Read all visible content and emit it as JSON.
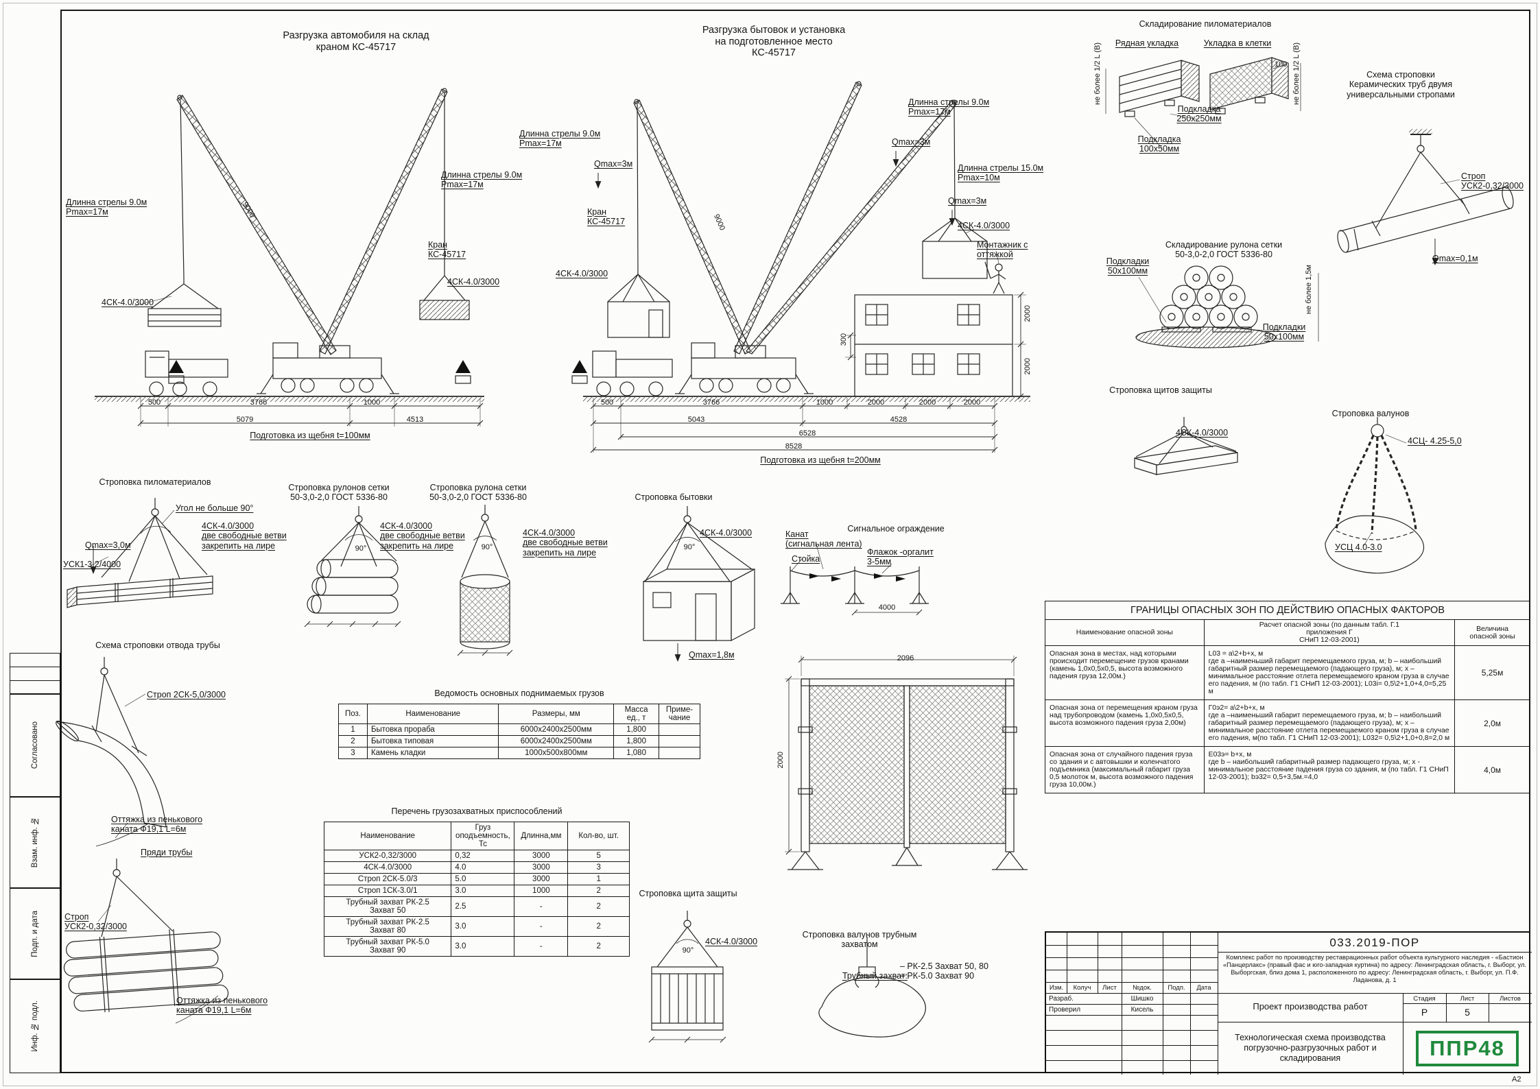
{
  "format": "А2",
  "colors": {
    "logo_green": "#1f8a3c",
    "line": "#161616"
  },
  "stamps": [
    "Согласовано",
    "Взам. инф. №",
    "Подп. и дата",
    "Инф. № подл."
  ],
  "titles": {
    "d1": "Разгрузка автомобиля на склад\nкраном КС-45717",
    "d2": "Разгрузка бытовок и установка\nна подготовленное место\nКС-45717",
    "skl_pilo": "Складирование пиломатериалов",
    "keram": "Схема строповки\nКерамических труб двумя\nуниверсальными стропами",
    "skl_setka": "Складирование рулона сетки\n50-3,0-2,0 ГОСТ 5336-80",
    "schitov": "Строповка щитов защиты",
    "valunov": "Строповка валунов",
    "pilo": "Строповка пиломатериалов",
    "rulonov": "Строповка рулонов сетки\n50-3,0-2,0 ГОСТ 5336-80",
    "rulona": "Строповка рулона сетки\n50-3,0-2,0 ГОСТ 5336-80",
    "bytovki": "Строповка бытовки",
    "ograzhdenie": "Сигнальное ограждение",
    "otvoda": "Схема строповки отвода трубы",
    "pryadi": "Пряди трубы",
    "schita": "Строповка щита защиты",
    "val_trub": "Строповка валунов трубным\nзахватом"
  },
  "labels": {
    "strela9": "Длинна стрелы 9.0м\nPmax=17м",
    "strela15": "Длинна стрелы 15.0м\nPmax=10м",
    "kran": "Кран\nКС-45717",
    "sk4": "4СК-4.0/3000",
    "sk4_lire": "4СК-4.0/3000\nдве свободные ветви\nзакрепить на лире",
    "qmax3": "Qmax=3м",
    "qmax01": "Qmax=0,1м",
    "qmax30": "Qmax=3,0м",
    "qmax18": "Qmax=1,8м",
    "montajnik": "Монтажник с\nоттяжкой",
    "angle90": "90°",
    "d500": "500",
    "d1000": "1000",
    "d3766": "3766",
    "d2000": "2000",
    "d5079": "5079",
    "d4513": "4513",
    "d5043": "5043",
    "d4528": "4528",
    "d6528": "6528",
    "d8528": "8528",
    "d300": "300",
    "d100": "100",
    "d4000": "4000",
    "d2096": "2096",
    "d9000": "9000",
    "prep100": "Подготовка из щебня t=100мм",
    "prep200": "Подготовка из щебня t=200мм",
    "ryad": "Рядная укладка",
    "kletki": "Укладка в клетки",
    "nb12L": "не более 1/2 L (В)",
    "nb15": "не более 1,5м",
    "podkladka250": "Подкладка\n250х250мм",
    "podkladka100": "Подкладка\n100х50мм",
    "podkladki50": "Подкладки\n50х100мм",
    "strop_usk": "Строп\nУСК2-0,32/3000",
    "sc425": "4СЦ- 4.25-5,0",
    "usc40": "УСЦ 4.0-3.0",
    "ugol90": "Угол не больше 90°",
    "usk1": "УСК1-3.2/4000",
    "kanat": "Канат\n(сигнальная лента)",
    "stoyka": "Стойка",
    "flazhok": "Флажок -оргалит\n3-5мм",
    "strop2sk": "Строп 2СК-5,0/3000",
    "ottyazhka": "Оттяжка из пенькового\nканата Ф19,1 L=6м",
    "trub_zahvat": "Трубный захват:",
    "rk_items": "–  РК-2.5 Захват 50, 80\n–  РК-5.0 Захват 90"
  },
  "tables": {
    "loads": {
      "title": "Ведомость основных поднимаемых грузов",
      "headers": [
        "Поз.",
        "Наименование",
        "Размеры, мм",
        "Масса\nед., т",
        "Приме-\nчание"
      ],
      "rows": [
        [
          "1",
          "Бытовка прораба",
          "6000х2400х2500мм",
          "1,800",
          ""
        ],
        [
          "2",
          "Бытовка типовая",
          "6000х2400х2500мм",
          "1,800",
          ""
        ],
        [
          "3",
          "Камень кладки",
          "1000х500х800мм",
          "1,080",
          ""
        ]
      ]
    },
    "rigging": {
      "title": "Перечень грузозахватных приспособлений",
      "headers": [
        "Наименование",
        "Груз\nоподъемность,\nТс",
        "Длинна,мм",
        "Кол-во, шт."
      ],
      "rows": [
        [
          "УСК2-0,32/3000",
          "0,32",
          "3000",
          "5"
        ],
        [
          "4СК-4.0/3000",
          "4.0",
          "3000",
          "3"
        ],
        [
          "Строп 2СК-5.0/3",
          "5.0",
          "3000",
          "1"
        ],
        [
          "Строп 1СК-3.0/1",
          "3.0",
          "1000",
          "2"
        ],
        [
          "Трубный захват РК-2.5\nЗахват 50",
          "2.5",
          "-",
          "2"
        ],
        [
          "Трубный захват РК-2.5\nЗахват 80",
          "3.0",
          "-",
          "2"
        ],
        [
          "Трубный захват РК-5.0\nЗахват 90",
          "3.0",
          "-",
          "2"
        ]
      ]
    },
    "danger": {
      "title": "ГРАНИЦЫ ОПАСНЫХ ЗОН ПО ДЕЙСТВИЮ ОПАСНЫХ ФАКТОРОВ",
      "headers": [
        "Наименование опасной зоны",
        "Расчет опасной зоны (по данным табл. Г.1\nприложения Г\nСНиП 12-03-2001)",
        "Величина\nопасной зоны"
      ],
      "rows": [
        [
          "Опасная зона в местах, над которыми происходит перемещение грузов кранами (камень 1,0х0,5х0,5, высота возможного падения груза 12,00м.)",
          "L03 = a\\2+b+x, м\nгде а –наименьший габарит перемещаемого груза, м; b – наибольший габаритный размер перемещаемого (падающего груза), м; х – минимальное расстояние отлета перемещаемого краном груза в случае его падения, м (по табл. Г1 СНиП 12-03-2001); L03i= 0,5\\2+1,0+4,0=5,25 м",
          "5,25м"
        ],
        [
          "Опасная зона от перемещения краном груза над трубопроводом (камень 1,0х0,5х0,5, высота возможного падения груза 2,00м)",
          "Г0э2= a\\2+b+x, м\nгде а –наименьший габарит перемещаемого груза, м; b – наибольший габаритный размер перемещаемого (падающего груза), м; х – минимальное расстояние отлета перемещаемого краном груза в случае его падения, м(по табл. Г1 СНиП 12-03-2001); L032= 0,5\\2+1,0+0,8=2,0 м",
          "2,0м"
        ],
        [
          "Опасная зона от случайного падения груза со здания и с автовышки и коленчатого подъемника (максимальный габарит груза 0,5 молоток м, высота возможного падения груза 10,00м.)",
          "E03э= b+x, м\nгде b – наибольший габаритный размер падающего груза, м; х - минимальное расстояние падения груза со здания, м (по табл. Г1 СНиП 12-03-2001); bэ32= 0,5+3,5м.=4,0",
          "4,0м"
        ]
      ]
    }
  },
  "titleblock": {
    "doc_number": "033.2019-ПОР",
    "project_text": "Комплекс работ по производству реставрационных работ объекта культурного наследия - «Бастион «Панцерлакс» (правый фас и юго-западная куртина) по адресу: Ленинградская область, г. Выборг, ул. Выборгская, близ дома 1, расположенного по адресу: Ленинградская область, г. Выборг, ул. П.Ф. Ладанова, д. 1",
    "grid_headers": [
      "Изм.",
      "Колуч",
      "Лист",
      "№док.",
      "Подп.",
      "Дата"
    ],
    "row1_role": "Разраб.",
    "row1_name": "Шишко",
    "row2_role": "Проверил",
    "row2_name": "Кисель",
    "doc_type": "Проект производства работ",
    "stage_label": "Стадия",
    "stage_value": "Р",
    "sheet_label": "Лист",
    "sheet_value": "5",
    "sheets_label": "Листов",
    "drawing_title": "Технологическая схема производства\nпогрузочно-разгрузочных работ и складирования",
    "logo": "ППР48"
  }
}
